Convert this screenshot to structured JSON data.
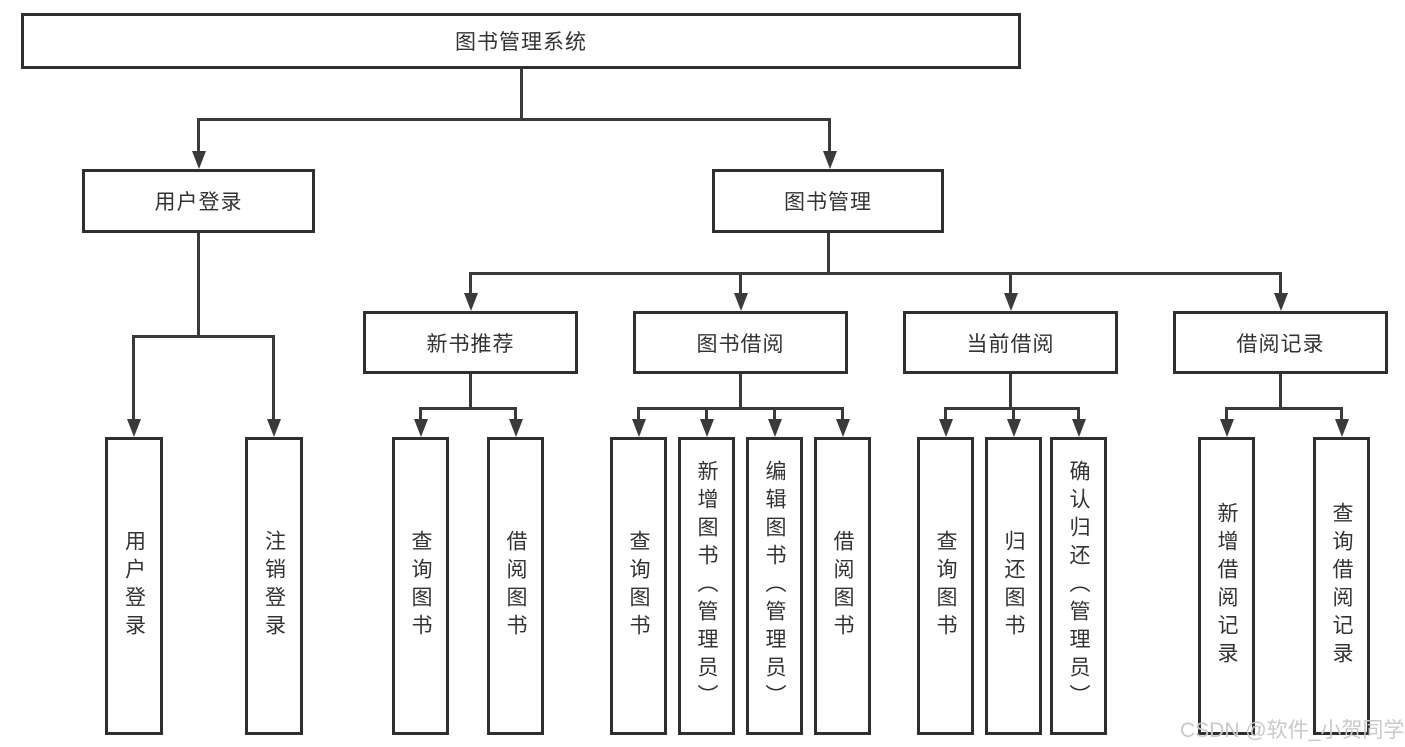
{
  "diagram": {
    "root_label": "图书管理系统",
    "branches": [
      {
        "label": "用户登录",
        "children": [
          "用户登录",
          "注销登录"
        ]
      },
      {
        "label": "图书管理",
        "groups": [
          {
            "label": "新书推荐",
            "children": [
              "查询图书",
              "借阅图书"
            ]
          },
          {
            "label": "图书借阅",
            "children": [
              "查询图书",
              "新增图书（管理员）",
              "编辑图书（管理员）",
              "借阅图书"
            ]
          },
          {
            "label": "当前借阅",
            "children": [
              "查询图书",
              "归还图书",
              "确认归还（管理员）"
            ]
          },
          {
            "label": "借阅记录",
            "children": [
              "新增借阅记录",
              "查询借阅记录"
            ]
          }
        ]
      }
    ]
  },
  "watermark": {
    "text": "CSDN @软件_小贺同学"
  },
  "colors": {
    "box_border": "#2f2f2f",
    "connector_line": "#3a3a3a",
    "text": "#333333",
    "background": "#ffffff",
    "watermark": "#c9c9c9"
  }
}
